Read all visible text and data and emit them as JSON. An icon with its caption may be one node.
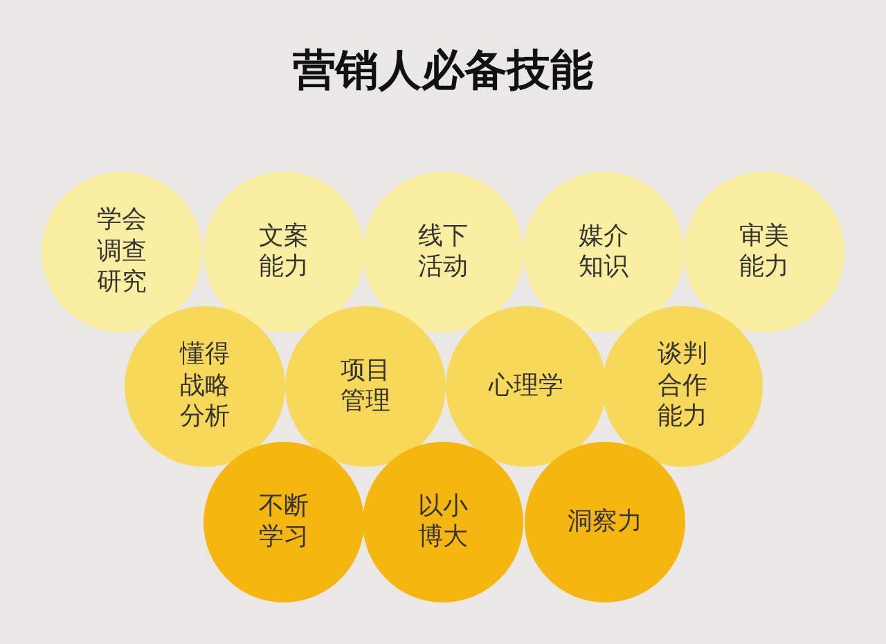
{
  "diagram": {
    "title": "营销人必备技能",
    "nodes": [
      {
        "text": [
          "学会调查研究"
        ]
      },
      {
        "text": [
          "文案能力"
        ]
      },
      {
        "text": [
          "线下活动"
        ]
      },
      {
        "text": [
          "媒介知识"
        ]
      },
      {
        "text": [
          "审美能力"
        ]
      },
      {
        "text": [
          "懂得战略分析"
        ]
      },
      {
        "text": [
          "项目管理"
        ]
      },
      {
        "text": [
          "心理学"
        ]
      },
      {
        "text": [
          "谈判合作能力"
        ]
      },
      {
        "text": [
          "不断学习"
        ]
      },
      {
        "text": [
          "以小博大"
        ]
      },
      {
        "text": [
          "洞察力"
        ]
      }
    ]
  }
}
